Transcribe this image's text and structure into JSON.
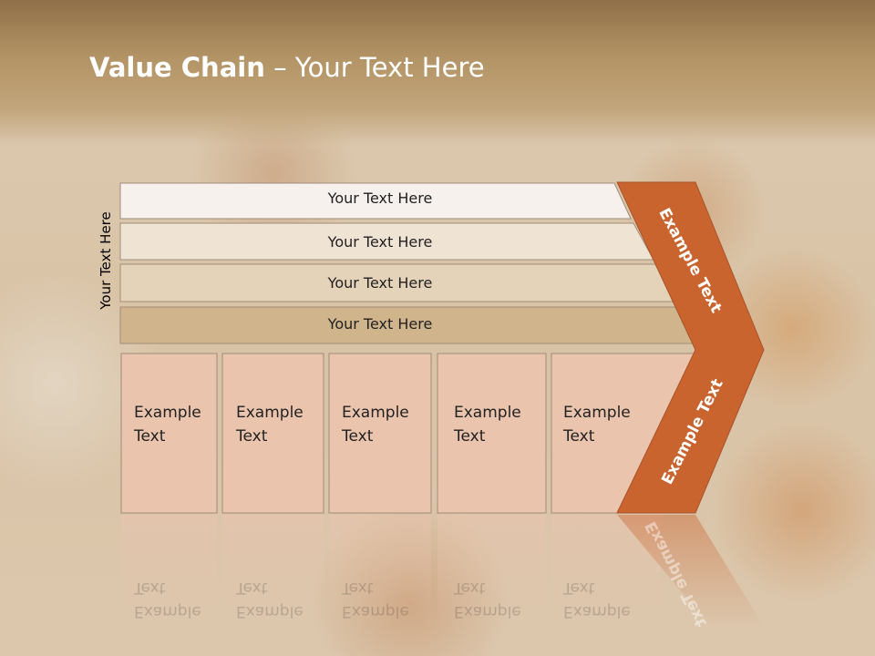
{
  "slide": {
    "title_bold": "Value Chain",
    "title_rest": " – Your Text Here",
    "side_label": "Your Text Here"
  },
  "bars": [
    {
      "label": "Your Text Here",
      "color": "#f6f1ec"
    },
    {
      "label": "Your Text Here",
      "color": "#efe3d4"
    },
    {
      "label": "Your Text Here",
      "color": "#e4d3b8"
    },
    {
      "label": "Your Text Here",
      "color": "#d0b48b"
    }
  ],
  "boxes": [
    {
      "line1": "Example",
      "line2": "Text"
    },
    {
      "line1": "Example",
      "line2": "Text"
    },
    {
      "line1": "Example",
      "line2": "Text"
    },
    {
      "line1": "Example",
      "line2": "Text"
    },
    {
      "line1": "Example",
      "line2": "Text"
    }
  ],
  "arrow": {
    "upper_label": "Example Text",
    "lower_label": "Example Text",
    "color": "#c9642f"
  },
  "colors": {
    "box_fill": "#ebc4ae",
    "box_stroke": "#9f8a78"
  }
}
